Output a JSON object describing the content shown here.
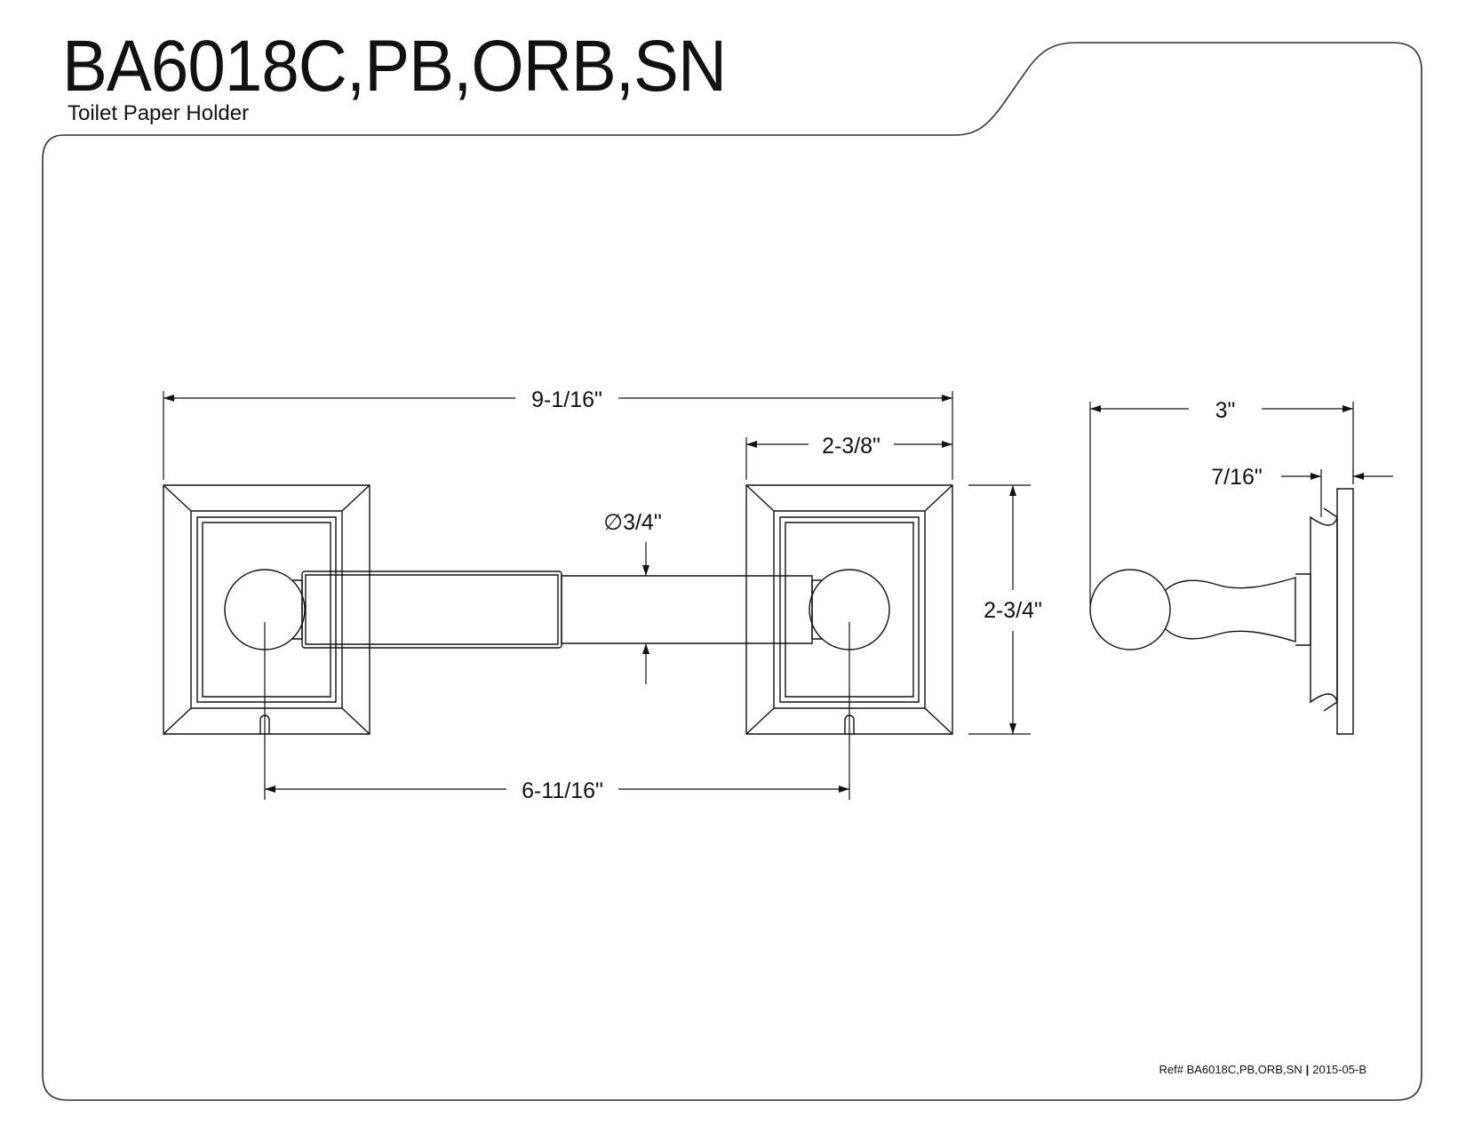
{
  "header": {
    "title": "BA6018C,PB,ORB,SN",
    "subtitle": "Toilet Paper Holder"
  },
  "dimensions": {
    "overall_width": "9-1/16\"",
    "bracket_width": "2-3/8\"",
    "rod_diameter": "∅3/4\"",
    "bracket_height": "2-3/4\"",
    "center_to_center": "6-11/16\"",
    "projection": "3\"",
    "plate_thickness": "7/16\""
  },
  "footer": {
    "ref": "Ref# BA6018C,PB,ORB,SN",
    "separator": "|",
    "revision": "2015-05-B"
  }
}
